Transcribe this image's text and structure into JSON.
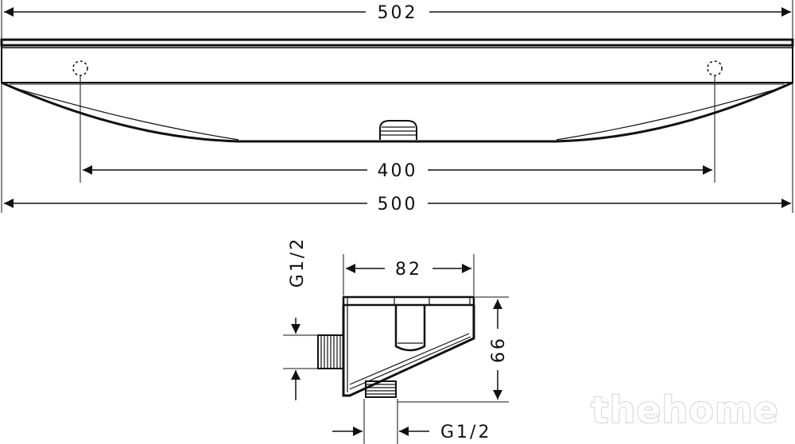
{
  "dimensions": {
    "overall_top": "502",
    "hole_spacing": "400",
    "overall_bottom": "500",
    "body_width": "82",
    "body_height": "66",
    "side_thread": "G1/2",
    "bottom_thread": "G1/2"
  },
  "watermark": "thehome",
  "colors": {
    "line": "#111111",
    "watermark_fill": "#ffffff",
    "watermark_stroke": "#c9c9c9"
  }
}
